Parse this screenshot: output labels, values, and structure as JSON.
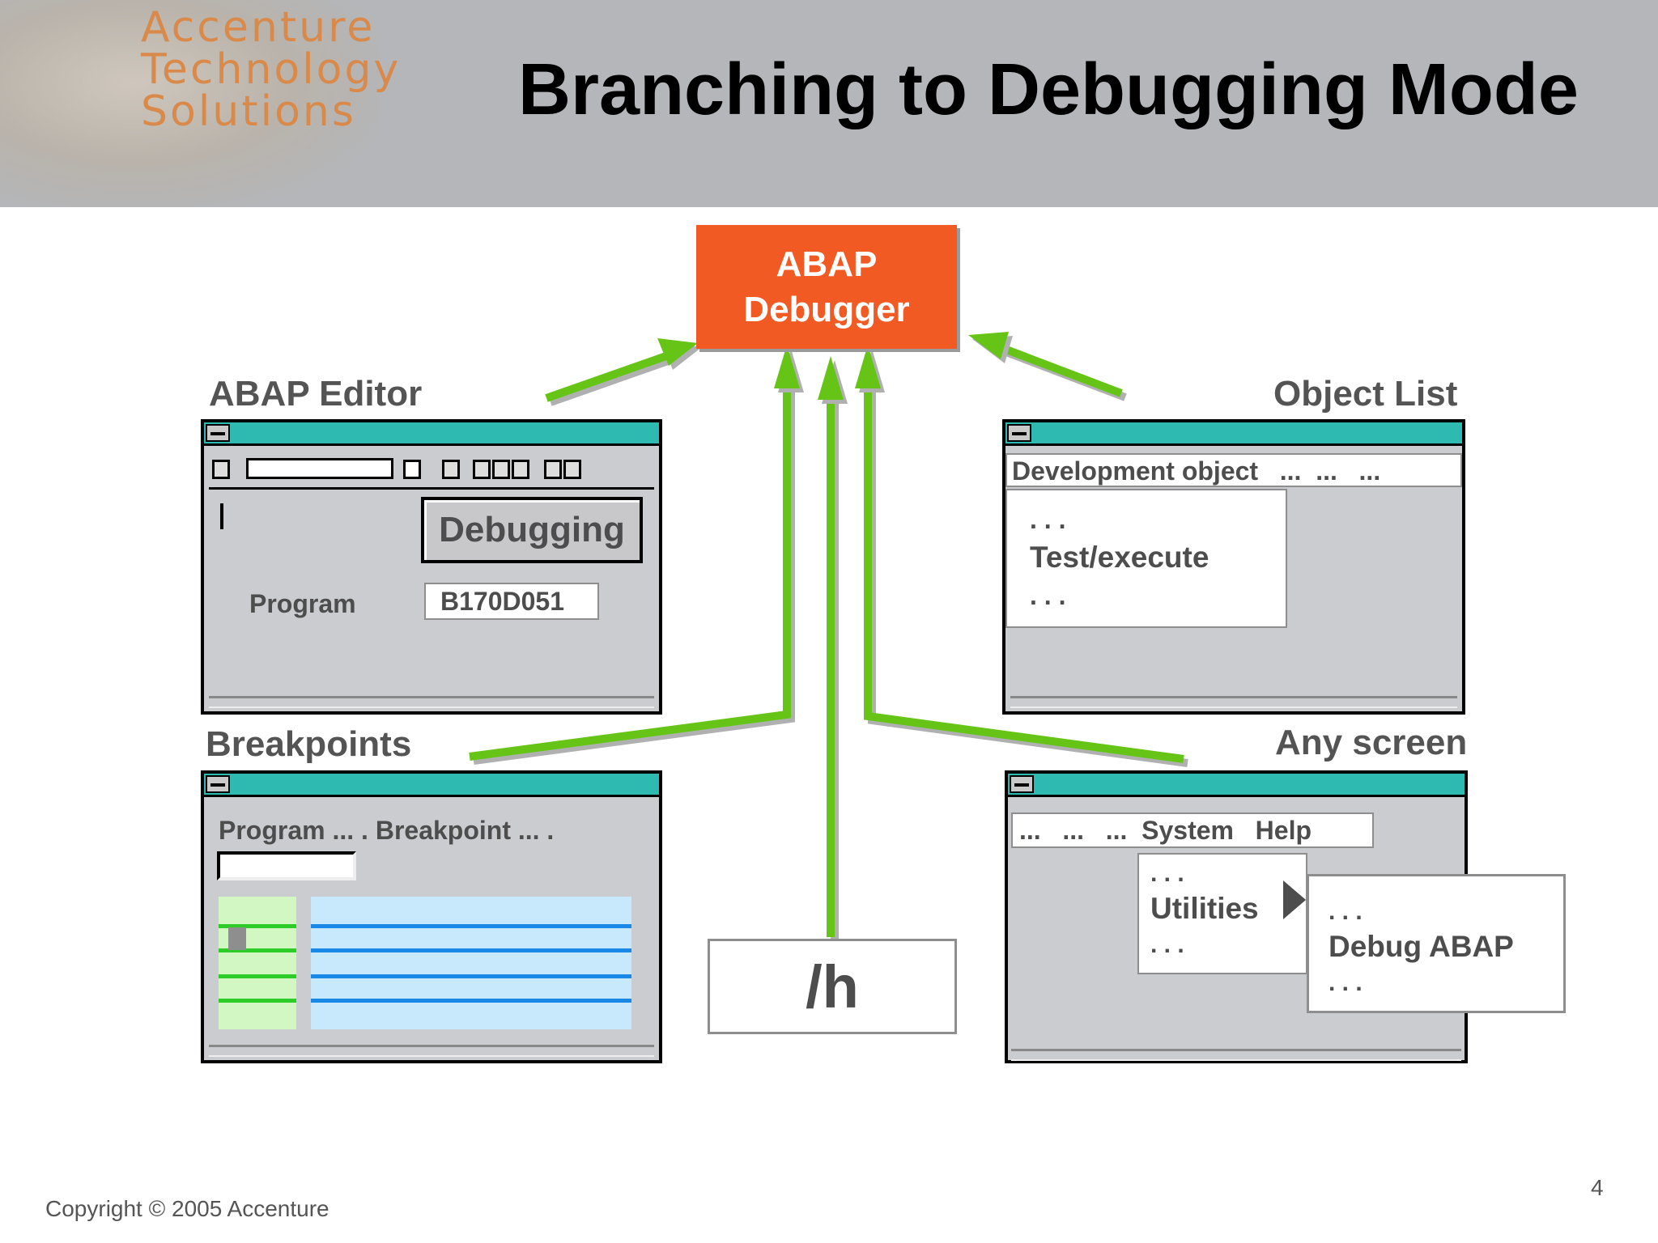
{
  "header": {
    "logo_lines": [
      "Accenture",
      "Technology",
      "Solutions"
    ],
    "title": "Branching to Debugging Mode"
  },
  "debugger": {
    "line1": "ABAP",
    "line2": "Debugger"
  },
  "abap_editor": {
    "caption": "ABAP Editor",
    "button_label": "Debugging",
    "field_label": "Program",
    "field_value": "B170D051"
  },
  "object_list": {
    "caption": "Object List",
    "menu_bar": "Development object   ...  ...   ...",
    "menu_items": [
      ". . .",
      "Test/execute",
      ". . ."
    ]
  },
  "breakpoints": {
    "caption": "Breakpoints",
    "menu_bar": "Program ... . Breakpoint ... ."
  },
  "command": {
    "text": "/h"
  },
  "any_screen": {
    "caption": "Any screen",
    "menu_bar": "...   ...   ...  System   Help",
    "submenu_items": [
      ". . .",
      "Utilities",
      ". . ."
    ],
    "flyout_items": [
      ". . .",
      "Debug ABAP",
      ". . ."
    ]
  },
  "footer": {
    "copyright": "Copyright © 2005 Accenture",
    "page_number": "4"
  },
  "colors": {
    "accent": "#f15a22",
    "arrow": "#66c413",
    "titlebar": "#2ebab0"
  }
}
